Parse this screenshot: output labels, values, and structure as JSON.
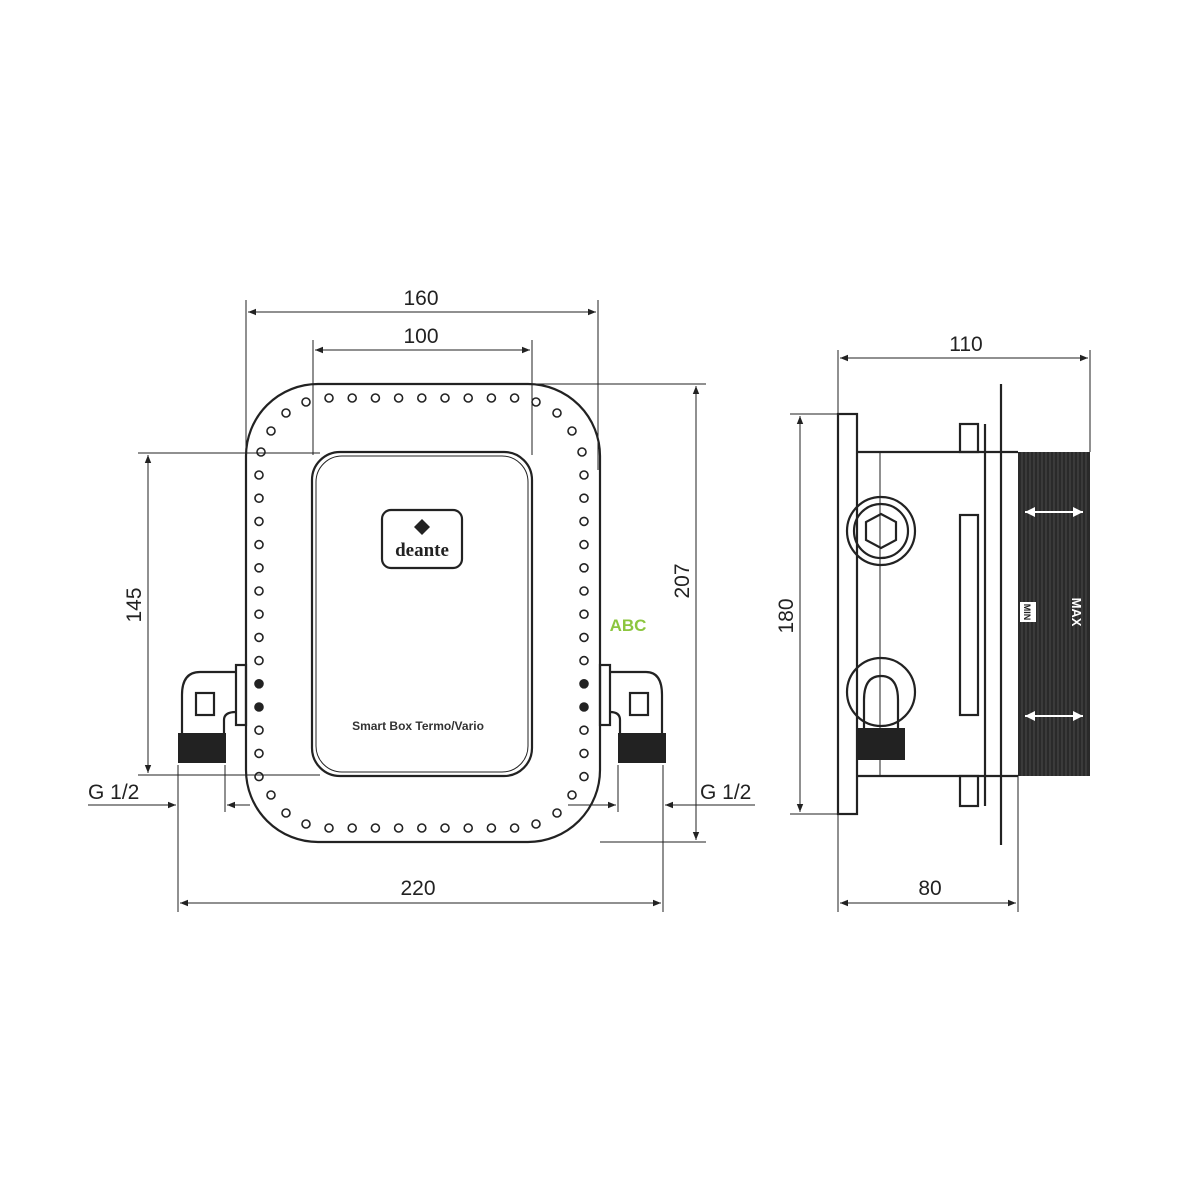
{
  "dimensions": {
    "width_160": "160",
    "width_100": "100",
    "height_207": "207",
    "height_145": "145",
    "width_220": "220",
    "thread_left": "G 1/2",
    "thread_right": "G 1/2",
    "side_height_180": "180",
    "side_depth_110": "110",
    "side_depth_80": "80"
  },
  "front_view": {
    "brand_logo": "deante",
    "product_label": "Smart Box Termo/Vario"
  },
  "side_view": {
    "min_label": "MIN",
    "max_label": "MAX"
  },
  "watermark": "ABC",
  "colors": {
    "line": "#222222",
    "watermark": "#8cc63f"
  }
}
